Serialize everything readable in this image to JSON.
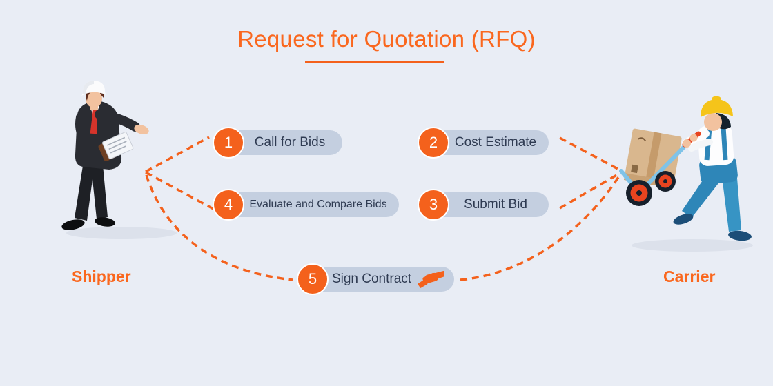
{
  "title": {
    "text": "Request for Quotation (RFQ)"
  },
  "actors": {
    "shipper": {
      "label": "Shipper",
      "illustration": "businessman-with-clipboard-icon"
    },
    "carrier": {
      "label": "Carrier",
      "illustration": "worker-pushing-hand-truck-icon"
    }
  },
  "steps": [
    {
      "number": "1",
      "label": "Call for Bids"
    },
    {
      "number": "2",
      "label": "Cost Estimate"
    },
    {
      "number": "3",
      "label": "Submit Bid"
    },
    {
      "number": "4",
      "label": "Evaluate and Compare Bids"
    },
    {
      "number": "5",
      "label": "Sign Contract",
      "icon": "handshake-icon"
    }
  ],
  "colors": {
    "background": "#E9EDF5",
    "accent_orange": "#F4611C",
    "title_orange": "#FA671E",
    "pill_fill": "#C4CFE0",
    "pill_text": "#2F3B52",
    "badge_text": "#FFFFFF"
  }
}
